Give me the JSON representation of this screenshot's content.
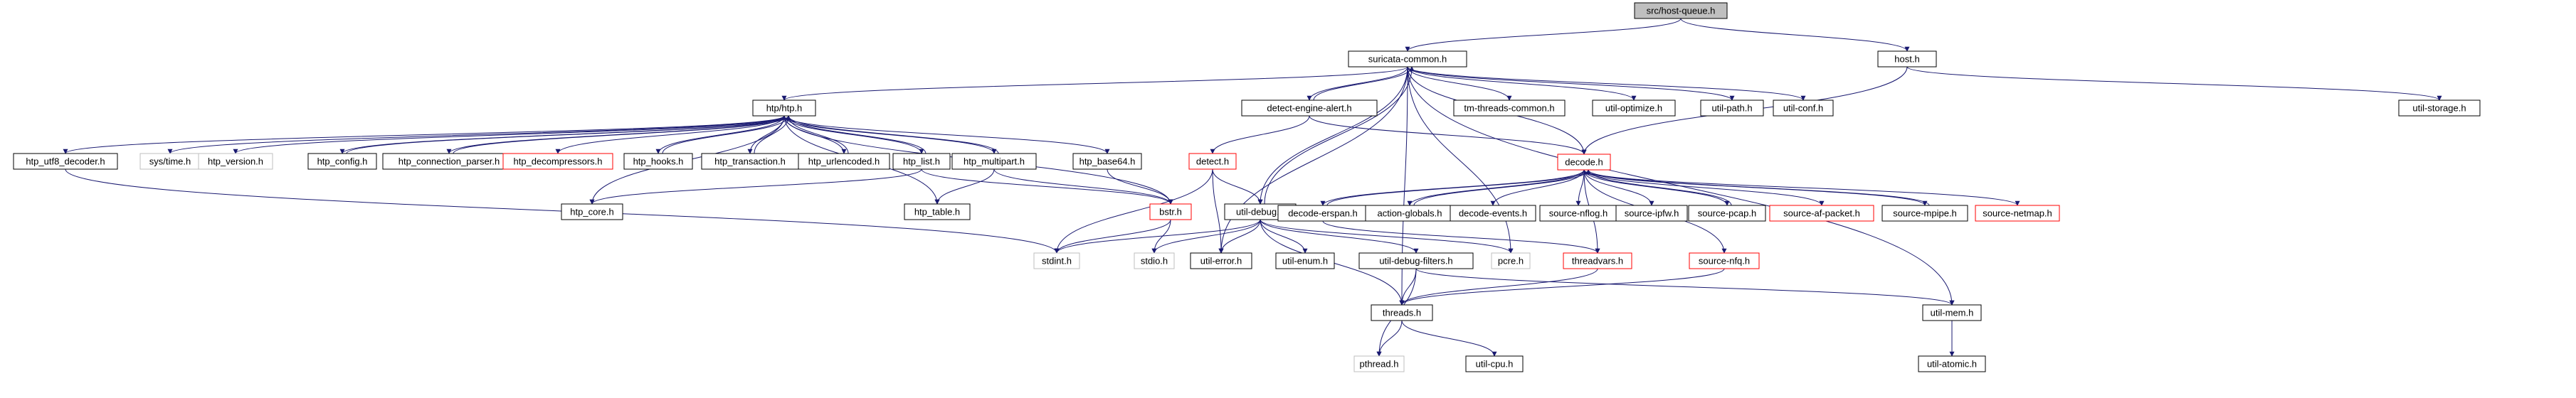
{
  "colors": {
    "edge": "#191970",
    "node_border": "#000000",
    "node_border_incomplete": "#ff0000",
    "node_border_external": "#bfbfbf",
    "node_fill_root": "#bfbfbf",
    "node_fill": "#ffffff"
  },
  "nodes": [
    {
      "id": "root",
      "label": "src/host-queue.h",
      "kind": "root"
    },
    {
      "id": "suricata_common",
      "label": "suricata-common.h",
      "kind": "normal"
    },
    {
      "id": "host",
      "label": "host.h",
      "kind": "normal"
    },
    {
      "id": "util_storage",
      "label": "util-storage.h",
      "kind": "normal"
    },
    {
      "id": "htp",
      "label": "htp/htp.h",
      "kind": "normal"
    },
    {
      "id": "detect_engine_alert",
      "label": "detect-engine-alert.h",
      "kind": "normal"
    },
    {
      "id": "tm_threads_common",
      "label": "tm-threads-common.h",
      "kind": "normal"
    },
    {
      "id": "util_optimize",
      "label": "util-optimize.h",
      "kind": "normal"
    },
    {
      "id": "util_path",
      "label": "util-path.h",
      "kind": "normal"
    },
    {
      "id": "util_conf",
      "label": "util-conf.h",
      "kind": "normal"
    },
    {
      "id": "decode",
      "label": "decode.h",
      "kind": "incomplete"
    },
    {
      "id": "htp_utf8_decoder",
      "label": "htp_utf8_decoder.h",
      "kind": "normal"
    },
    {
      "id": "sys_time",
      "label": "sys/time.h",
      "kind": "external"
    },
    {
      "id": "htp_version",
      "label": "htp_version.h",
      "kind": "external"
    },
    {
      "id": "htp_config",
      "label": "htp_config.h",
      "kind": "normal"
    },
    {
      "id": "htp_connection_parser",
      "label": "htp_connection_parser.h",
      "kind": "normal"
    },
    {
      "id": "htp_decompressors",
      "label": "htp_decompressors.h",
      "kind": "incomplete"
    },
    {
      "id": "htp_hooks",
      "label": "htp_hooks.h",
      "kind": "normal"
    },
    {
      "id": "htp_transaction",
      "label": "htp_transaction.h",
      "kind": "normal"
    },
    {
      "id": "htp_urlencoded",
      "label": "htp_urlencoded.h",
      "kind": "normal"
    },
    {
      "id": "htp_list",
      "label": "htp_list.h",
      "kind": "normal"
    },
    {
      "id": "htp_multipart",
      "label": "htp_multipart.h",
      "kind": "normal"
    },
    {
      "id": "htp_base64",
      "label": "htp_base64.h",
      "kind": "normal"
    },
    {
      "id": "detect",
      "label": "detect.h",
      "kind": "incomplete"
    },
    {
      "id": "htp_core",
      "label": "htp_core.h",
      "kind": "normal"
    },
    {
      "id": "htp_table",
      "label": "htp_table.h",
      "kind": "normal"
    },
    {
      "id": "bstr",
      "label": "bstr.h",
      "kind": "incomplete"
    },
    {
      "id": "util_debug",
      "label": "util-debug.h",
      "kind": "normal"
    },
    {
      "id": "decode_erspan",
      "label": "decode-erspan.h",
      "kind": "normal"
    },
    {
      "id": "action_globals",
      "label": "action-globals.h",
      "kind": "normal"
    },
    {
      "id": "decode_events",
      "label": "decode-events.h",
      "kind": "normal"
    },
    {
      "id": "source_nflog",
      "label": "source-nflog.h",
      "kind": "normal"
    },
    {
      "id": "source_ipfw",
      "label": "source-ipfw.h",
      "kind": "normal"
    },
    {
      "id": "source_pcap",
      "label": "source-pcap.h",
      "kind": "normal"
    },
    {
      "id": "source_af_packet",
      "label": "source-af-packet.h",
      "kind": "incomplete"
    },
    {
      "id": "source_mpipe",
      "label": "source-mpipe.h",
      "kind": "normal"
    },
    {
      "id": "source_netmap",
      "label": "source-netmap.h",
      "kind": "incomplete"
    },
    {
      "id": "stdint",
      "label": "stdint.h",
      "kind": "external"
    },
    {
      "id": "stdio",
      "label": "stdio.h",
      "kind": "external"
    },
    {
      "id": "util_error",
      "label": "util-error.h",
      "kind": "normal"
    },
    {
      "id": "util_enum",
      "label": "util-enum.h",
      "kind": "normal"
    },
    {
      "id": "util_debug_filters",
      "label": "util-debug-filters.h",
      "kind": "normal"
    },
    {
      "id": "pcre",
      "label": "pcre.h",
      "kind": "external"
    },
    {
      "id": "threadvars",
      "label": "threadvars.h",
      "kind": "incomplete"
    },
    {
      "id": "source_nfq",
      "label": "source-nfq.h",
      "kind": "incomplete"
    },
    {
      "id": "threads",
      "label": "threads.h",
      "kind": "normal"
    },
    {
      "id": "util_mem",
      "label": "util-mem.h",
      "kind": "normal"
    },
    {
      "id": "pthread",
      "label": "pthread.h",
      "kind": "external"
    },
    {
      "id": "util_cpu",
      "label": "util-cpu.h",
      "kind": "normal"
    },
    {
      "id": "util_atomic",
      "label": "util-atomic.h",
      "kind": "normal"
    }
  ],
  "edges": [
    [
      "root",
      "suricata_common"
    ],
    [
      "root",
      "host"
    ],
    [
      "host",
      "util_storage"
    ],
    [
      "host",
      "decode"
    ],
    [
      "suricata_common",
      "htp"
    ],
    [
      "suricata_common",
      "detect_engine_alert"
    ],
    [
      "suricata_common",
      "tm_threads_common"
    ],
    [
      "suricata_common",
      "util_optimize"
    ],
    [
      "suricata_common",
      "util_path"
    ],
    [
      "suricata_common",
      "util_conf"
    ],
    [
      "suricata_common",
      "decode"
    ],
    [
      "suricata_common",
      "util_debug"
    ],
    [
      "suricata_common",
      "util_error"
    ],
    [
      "suricata_common",
      "pcre"
    ],
    [
      "suricata_common",
      "threads"
    ],
    [
      "suricata_common",
      "util_mem"
    ],
    [
      "detect_engine_alert",
      "suricata_common"
    ],
    [
      "detect_engine_alert",
      "detect"
    ],
    [
      "detect_engine_alert",
      "decode"
    ],
    [
      "htp",
      "htp_utf8_decoder"
    ],
    [
      "htp",
      "sys_time"
    ],
    [
      "htp",
      "htp_version"
    ],
    [
      "htp",
      "htp_config"
    ],
    [
      "htp",
      "htp_connection_parser"
    ],
    [
      "htp",
      "htp_decompressors"
    ],
    [
      "htp",
      "htp_hooks"
    ],
    [
      "htp",
      "htp_transaction"
    ],
    [
      "htp",
      "htp_urlencoded"
    ],
    [
      "htp",
      "htp_list"
    ],
    [
      "htp",
      "htp_multipart"
    ],
    [
      "htp",
      "htp_base64"
    ],
    [
      "htp",
      "htp_core"
    ],
    [
      "htp",
      "htp_table"
    ],
    [
      "htp",
      "bstr"
    ],
    [
      "htp_config",
      "htp"
    ],
    [
      "htp_connection_parser",
      "htp"
    ],
    [
      "htp_hooks",
      "htp"
    ],
    [
      "htp_transaction",
      "htp"
    ],
    [
      "htp_urlencoded",
      "htp"
    ],
    [
      "htp_list",
      "htp"
    ],
    [
      "htp_multipart",
      "htp"
    ],
    [
      "htp_utf8_decoder",
      "stdint"
    ],
    [
      "htp_list",
      "htp_core"
    ],
    [
      "htp_list",
      "bstr"
    ],
    [
      "htp_multipart",
      "htp_table"
    ],
    [
      "htp_multipart",
      "bstr"
    ],
    [
      "htp_base64",
      "bstr"
    ],
    [
      "bstr",
      "stdint"
    ],
    [
      "bstr",
      "stdio"
    ],
    [
      "detect",
      "util_debug"
    ],
    [
      "detect",
      "util_error"
    ],
    [
      "detect",
      "stdint"
    ],
    [
      "util_debug",
      "suricata_common"
    ],
    [
      "util_debug",
      "stdint"
    ],
    [
      "util_debug",
      "stdio"
    ],
    [
      "util_debug",
      "util_error"
    ],
    [
      "util_debug",
      "util_enum"
    ],
    [
      "util_debug",
      "util_debug_filters"
    ],
    [
      "util_debug",
      "threads"
    ],
    [
      "util_debug",
      "pcre"
    ],
    [
      "decode",
      "decode_erspan"
    ],
    [
      "decode",
      "action_globals"
    ],
    [
      "decode",
      "decode_events"
    ],
    [
      "decode",
      "source_nflog"
    ],
    [
      "decode",
      "source_ipfw"
    ],
    [
      "decode",
      "source_pcap"
    ],
    [
      "decode",
      "source_af_packet"
    ],
    [
      "decode",
      "source_mpipe"
    ],
    [
      "decode",
      "source_netmap"
    ],
    [
      "decode",
      "threadvars"
    ],
    [
      "decode",
      "source_nfq"
    ],
    [
      "decode_erspan",
      "decode"
    ],
    [
      "action_globals",
      "decode"
    ],
    [
      "source_pcap",
      "decode"
    ],
    [
      "source_mpipe",
      "decode"
    ],
    [
      "decode_erspan",
      "threadvars"
    ],
    [
      "threadvars",
      "threads"
    ],
    [
      "source_nfq",
      "threads"
    ],
    [
      "util_debug_filters",
      "threads"
    ],
    [
      "util_debug_filters",
      "util_mem"
    ],
    [
      "util_debug_filters",
      "pthread"
    ],
    [
      "threads",
      "pthread"
    ],
    [
      "threads",
      "util_cpu"
    ],
    [
      "util_mem",
      "util_atomic"
    ]
  ]
}
